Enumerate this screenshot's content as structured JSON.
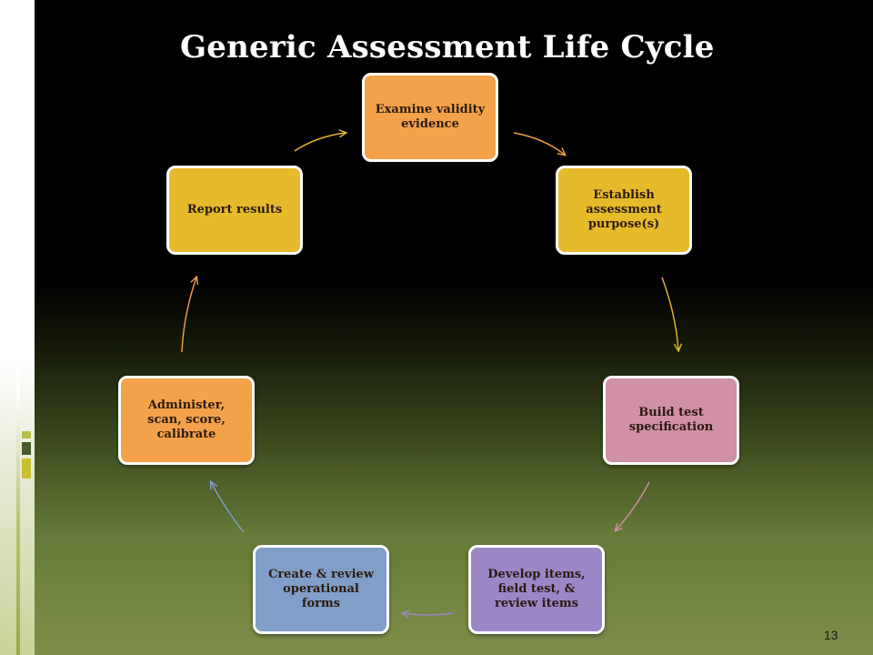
{
  "slide": {
    "title": "Generic Assessment Life Cycle",
    "page_number": "13"
  },
  "nodes": [
    {
      "id": "examine",
      "label": "Examine validity evidence",
      "color": "#f3a24a"
    },
    {
      "id": "establish",
      "label": "Establish assessment purpose(s)",
      "color": "#e6bb2b"
    },
    {
      "id": "build",
      "label": "Build test specification",
      "color": "#d090a6"
    },
    {
      "id": "develop",
      "label": "Develop items, field test, & review items",
      "color": "#9b87c6"
    },
    {
      "id": "create",
      "label": "Create & review operational forms",
      "color": "#7f9fc8"
    },
    {
      "id": "administer",
      "label": "Administer, scan, score, calibrate",
      "color": "#f3a24a"
    },
    {
      "id": "report",
      "label": "Report results",
      "color": "#e6bb2b"
    }
  ],
  "arrows": [
    {
      "from": "examine",
      "to": "establish",
      "color": "#f3a24a"
    },
    {
      "from": "establish",
      "to": "build",
      "color": "#e6bb2b"
    },
    {
      "from": "build",
      "to": "develop",
      "color": "#d090a6"
    },
    {
      "from": "develop",
      "to": "create",
      "color": "#9b87c6"
    },
    {
      "from": "create",
      "to": "administer",
      "color": "#7f9fc8"
    },
    {
      "from": "administer",
      "to": "report",
      "color": "#f3a24a"
    },
    {
      "from": "report",
      "to": "examine",
      "color": "#e6bb2b"
    }
  ],
  "theme": {
    "deco_colors": [
      "#b5bf4a",
      "#4a5a2a",
      "#c9c030"
    ]
  }
}
